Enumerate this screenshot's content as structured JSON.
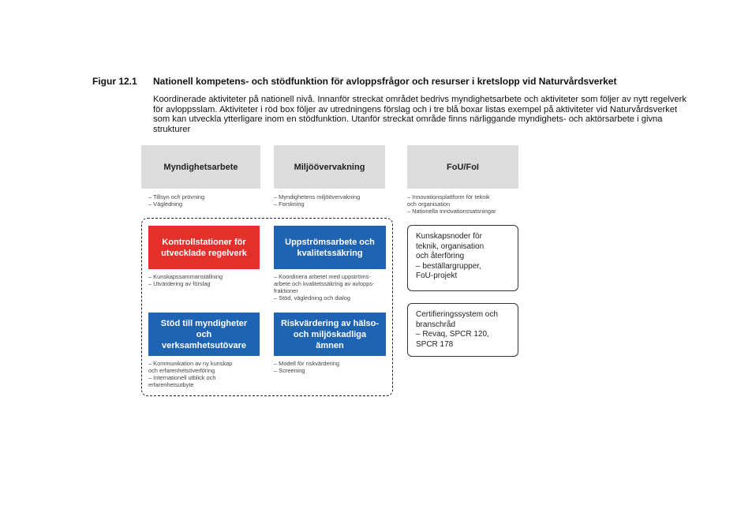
{
  "figure": {
    "label": "Figur 12.1",
    "title": "Nationell kompetens- och stödfunktion för avloppsfrågor och resurser i kretslopp vid Naturvårdsverket",
    "caption": "Koordinerade aktiviteter på nationell nivå. Innanför streckat området bedrivs myndighetsarbete och aktiviteter som följer av nytt regelverk för avloppsslam. Aktiviteter i röd box följer av utredningens förslag och i tre blå boxar listas exempel på aktiviteter vid Naturvårdsverket som kan utveckla ytterligare inom en stödfunktion. Utanför streckat område finns närliggande myndighets- och aktörsarbete i givna strukturer"
  },
  "columns": [
    {
      "header": "Myndighetsarbete",
      "notes": [
        "– Tillsyn och prövning",
        "– Vägledning"
      ]
    },
    {
      "header": "Miljöövervakning",
      "notes": [
        "– Myndighetens miljöövervakning",
        "– Forskning"
      ]
    },
    {
      "header": "FoU/FoI",
      "notes": [
        "– Innovationsplattform för teknik",
        "och organisation",
        "– Nationella innovationssatsningar"
      ]
    }
  ],
  "inner_boxes": [
    {
      "label": "Kontrollstationer för utvecklade regelverk",
      "color": "#e3302a",
      "notes": [
        "– Kunskapssammanställning",
        "– Utvärdering av förslag"
      ]
    },
    {
      "label": "Uppströmsarbete och kvalitetssäkring",
      "color": "#1f64b3",
      "notes": [
        "– Koordinera arbetet med uppströms-",
        "arbete och kvalitetssäkring av avlopps-",
        "fraktioner",
        "– Stöd, vägledning och dialog"
      ]
    },
    {
      "label": "Stöd till myndigheter och verksamhetsutövare",
      "color": "#1f64b3",
      "notes": [
        "– Kommunikation av ny kunskap",
        "och erfarenhetsöverföring",
        "– Internationell utblick och",
        "erfarenhetsutbyte"
      ]
    },
    {
      "label": "Riskvärdering av hälso- och miljöskadliga ämnen",
      "color": "#1f64b3",
      "notes": [
        "– Modell för riskvärdering",
        "– Screening"
      ]
    }
  ],
  "outline_boxes": [
    {
      "lines": [
        "Kunskapsnoder för",
        "teknik, organisation",
        "och återföring",
        "– beställargrupper,",
        "FoU-projekt"
      ]
    },
    {
      "lines": [
        "Certifieringssystem och",
        "branschråd",
        "– Revaq, SPCR 120,",
        "SPCR 178"
      ]
    }
  ]
}
